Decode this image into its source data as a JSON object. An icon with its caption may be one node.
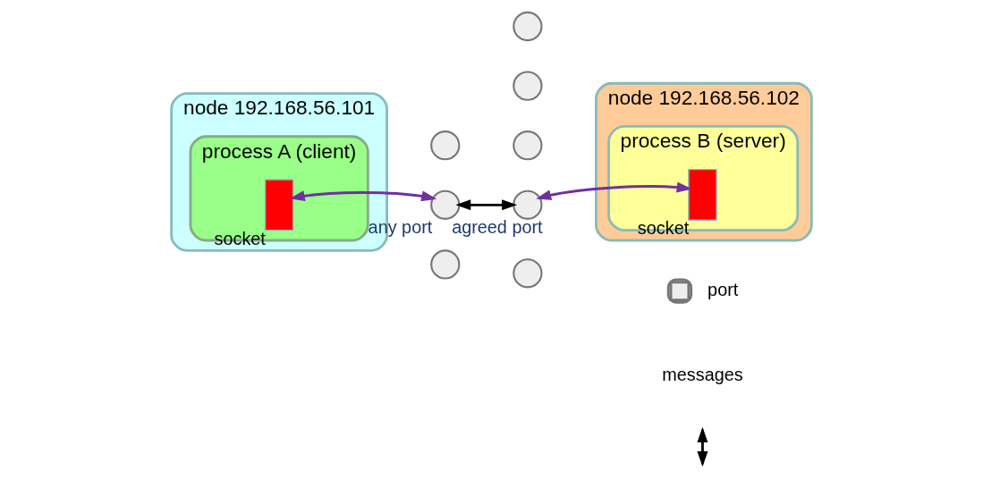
{
  "diagram": {
    "nodes": [
      {
        "text": [
          "node 192.168.56.101"
        ]
      },
      {
        "text": [
          "process A (client)"
        ],
        "in": 0
      },
      {
        "text": [],
        "shape": "box",
        "in": 1,
        "beside": [
          "socket"
        ]
      },
      {
        "text": [],
        "shape": "circle"
      },
      {
        "text": [],
        "shape": "circle",
        "beside": [
          "any port"
        ]
      },
      {
        "text": [],
        "shape": "circle"
      },
      {
        "text": [],
        "shape": "circle"
      },
      {
        "text": [
          "node 192.168.56.102"
        ]
      },
      {
        "text": [
          "process B (server)"
        ],
        "in": 7
      },
      {
        "text": [],
        "shape": "box",
        "in": 8,
        "beside": [
          "socket"
        ]
      },
      {
        "text": [],
        "shape": "circle"
      },
      {
        "text": [],
        "shape": "circle"
      },
      {
        "text": [],
        "shape": "circle",
        "beside": [
          "agreed port"
        ]
      },
      {
        "text": [],
        "shape": "circle"
      }
    ],
    "edges": [
      {
        "from": 2,
        "to": 4,
        "arrow": "both",
        "color": "#7030a0"
      },
      {
        "from": 4,
        "to": 12,
        "arrow": "both",
        "color": "#000000"
      },
      {
        "from": 12,
        "to": 9,
        "arrow": "both",
        "color": "#7030a0"
      }
    ],
    "legend": [
      {
        "text": "port"
      },
      {
        "text": "messages"
      }
    ]
  }
}
